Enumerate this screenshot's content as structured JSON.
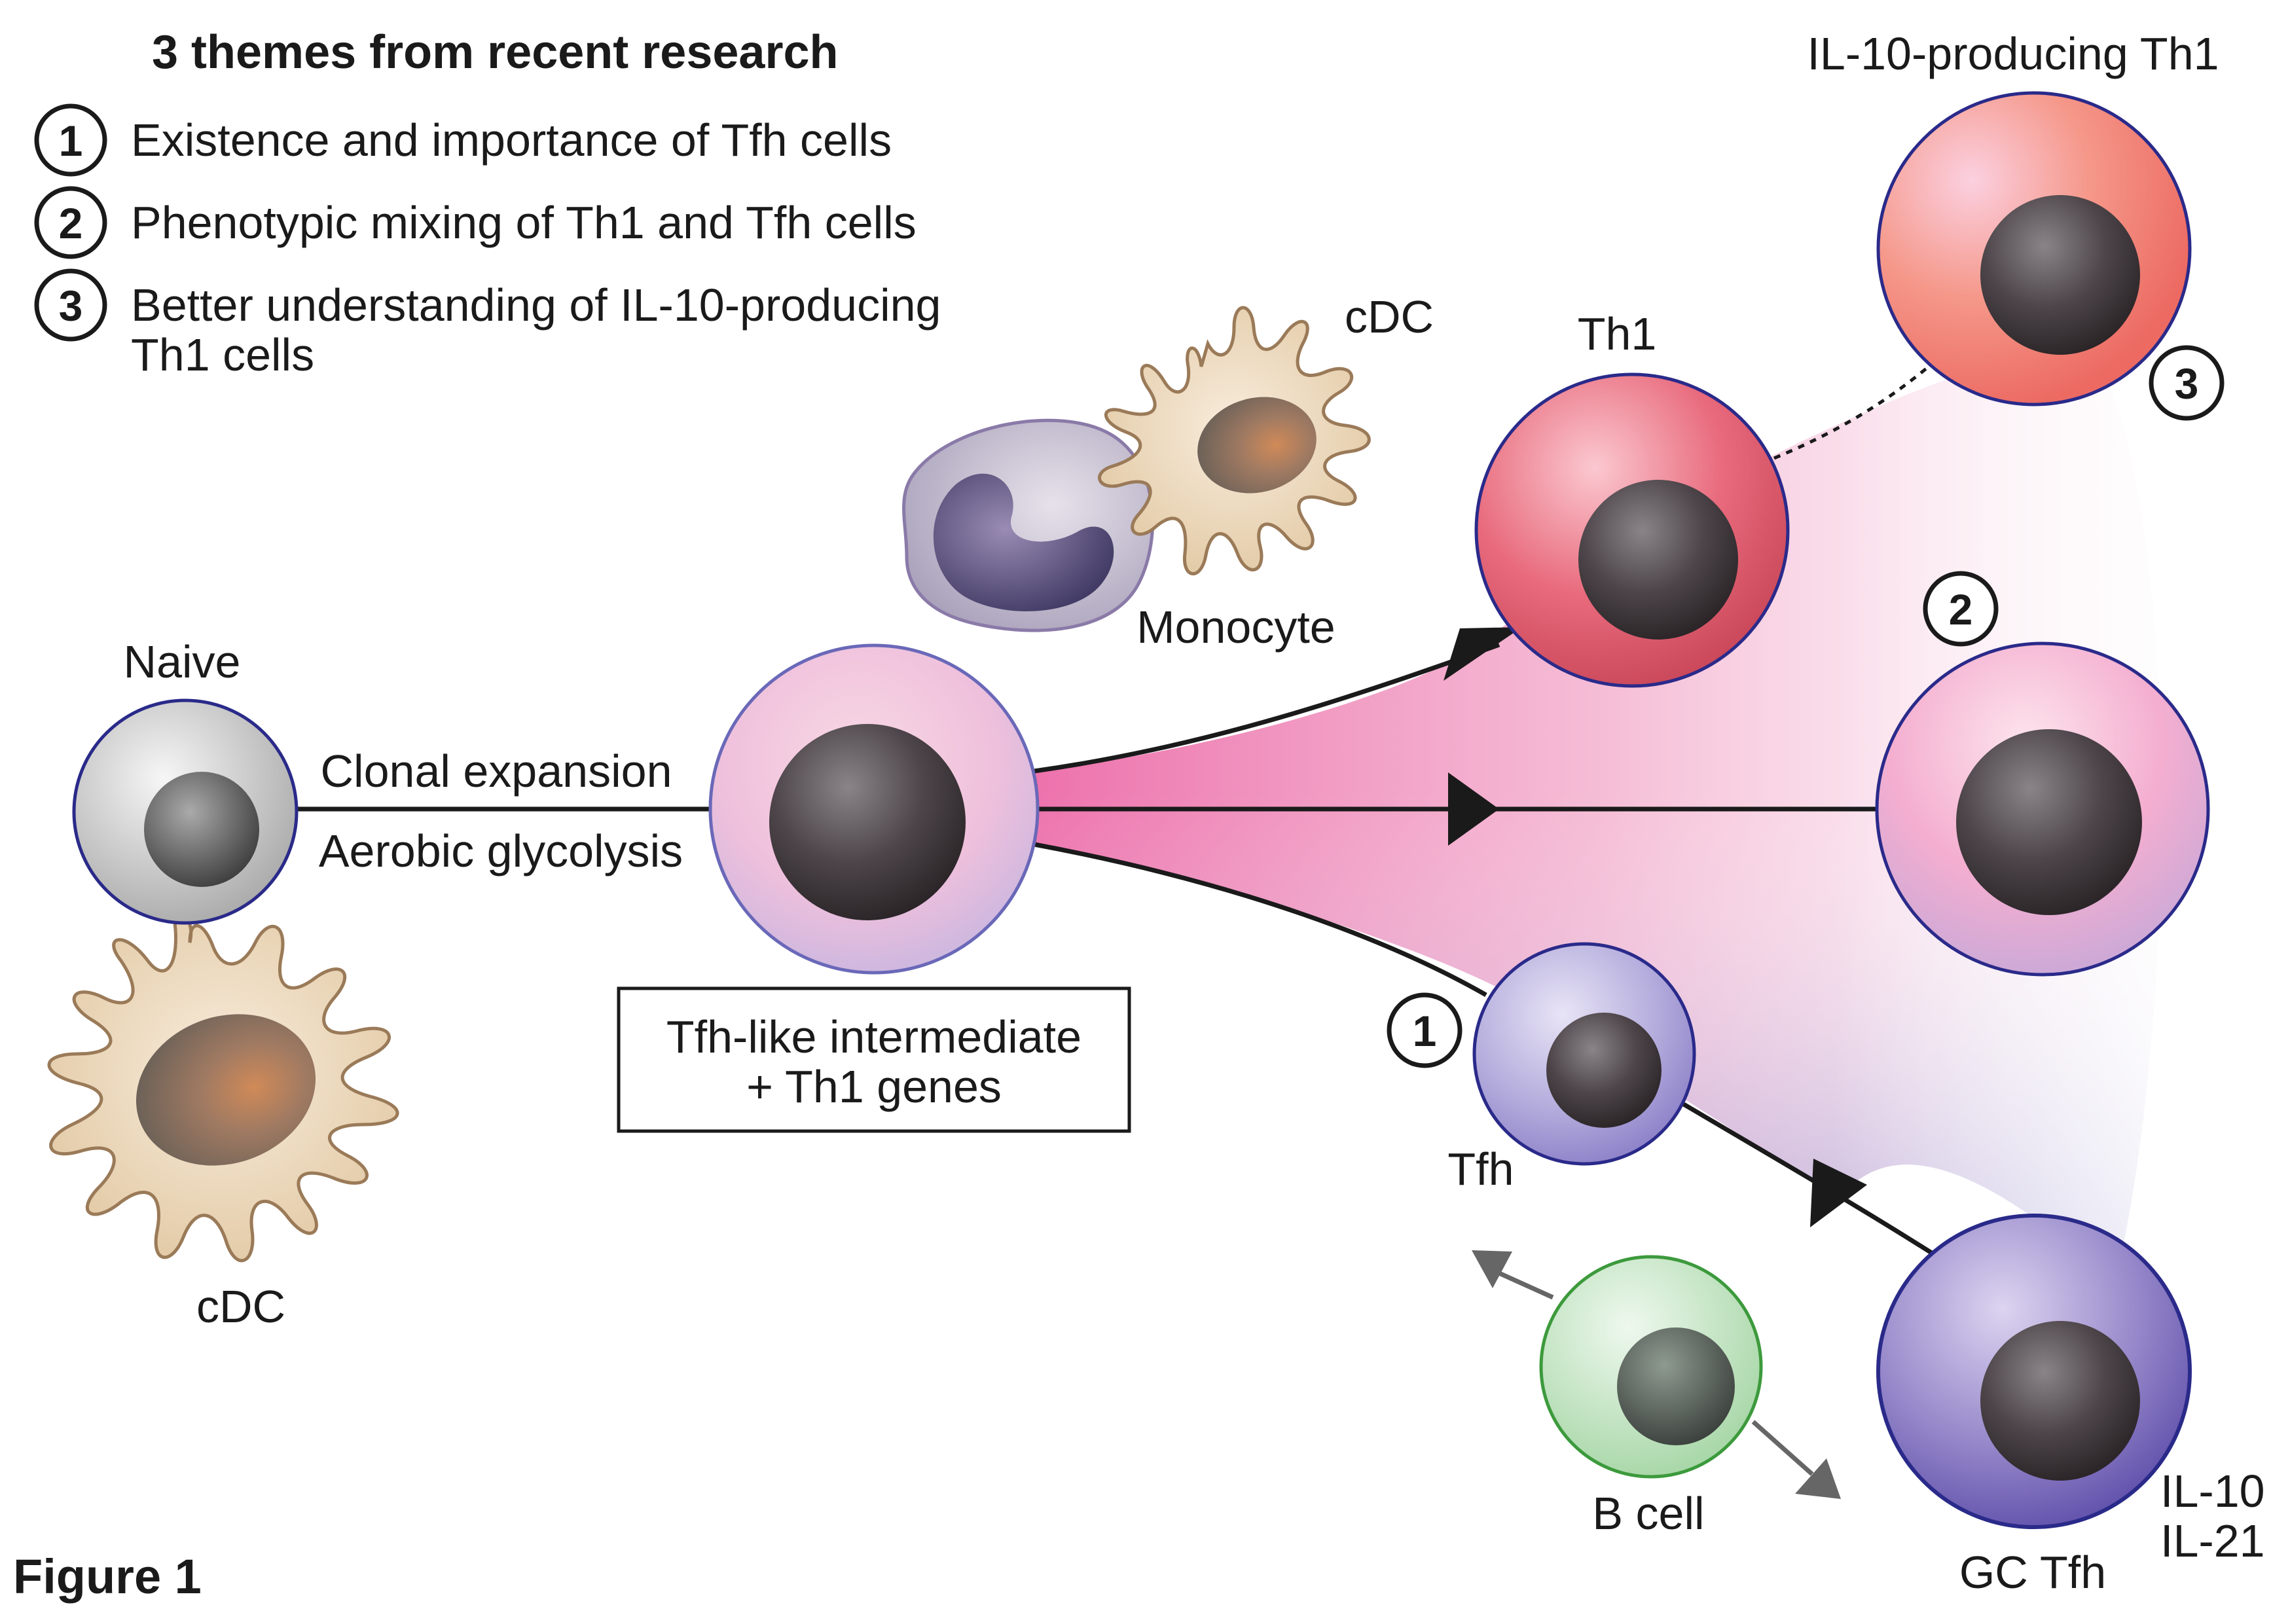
{
  "legend": {
    "title": "3 themes from recent research",
    "items": [
      {
        "number": "1",
        "lines": [
          "Existence and importance of Tfh cells"
        ]
      },
      {
        "number": "2",
        "lines": [
          "Phenotypic mixing of Th1 and Tfh cells"
        ]
      },
      {
        "number": "3",
        "lines": [
          "Better understanding of IL-10-producing",
          "Th1 cells"
        ]
      }
    ]
  },
  "labels": {
    "naive": "Naive",
    "cdc_left": "cDC",
    "cdc_top": "cDC",
    "monocyte": "Monocyte",
    "clonal_expansion": "Clonal expansion",
    "aerobic_glycolysis": "Aerobic glycolysis",
    "intermediate_line1": "Tfh-like intermediate",
    "intermediate_line2": "+ Th1 genes",
    "th1": "Th1",
    "il10_th1": "IL-10-producing Th1",
    "tfh": "Tfh",
    "gc_tfh": "GC Tfh",
    "b_cell": "B cell",
    "il10": "IL-10",
    "il21": "IL-21",
    "figure": "Figure 1"
  },
  "markers": {
    "tfh": "1",
    "mixed": "2",
    "il10_th1": "3"
  },
  "colors": {
    "outline": "#2a2a8a",
    "th1": "#e2586a",
    "il10_th1": "#f07870",
    "mixed": "#f4a8cc",
    "tfh": "#a8a0d8",
    "gc_tfh": "#7f6fc0",
    "b_cell": "#b8e0b8",
    "naive": "#c8c8c8",
    "cdc": "#e8d0b0",
    "monocyte": "#b4aec8"
  }
}
